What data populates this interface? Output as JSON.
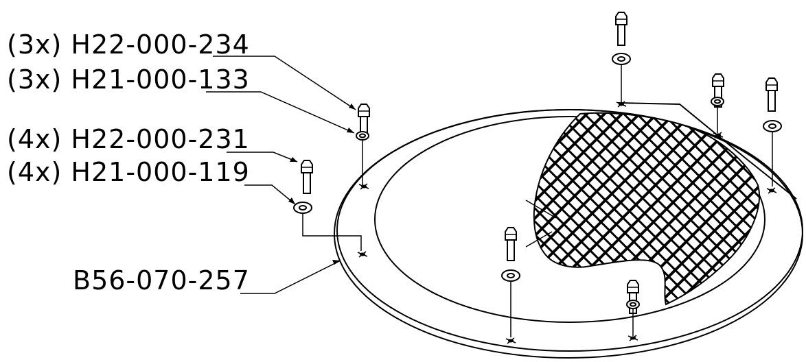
{
  "callouts": {
    "c1": "(3x) H22-000-234",
    "c2": "(3x) H21-000-133",
    "c3": "(4x) H22-000-231",
    "c4": "(4x) H21-000-119",
    "c5": "B56-070-257"
  }
}
